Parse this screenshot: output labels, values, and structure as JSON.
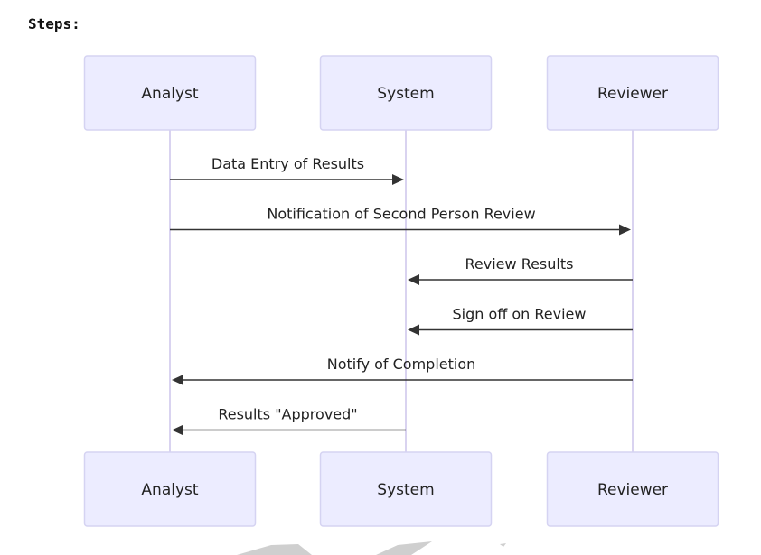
{
  "heading": "Steps:",
  "participants": [
    {
      "id": "analyst",
      "label": "Analyst"
    },
    {
      "id": "system",
      "label": "System"
    },
    {
      "id": "reviewer",
      "label": "Reviewer"
    }
  ],
  "messages": [
    {
      "from": "analyst",
      "to": "system",
      "label": "Data Entry of Results"
    },
    {
      "from": "analyst",
      "to": "reviewer",
      "label": "Notification of Second Person Review"
    },
    {
      "from": "reviewer",
      "to": "system",
      "label": "Review Results"
    },
    {
      "from": "reviewer",
      "to": "system",
      "label": "Sign off on Review"
    },
    {
      "from": "reviewer",
      "to": "analyst",
      "label": "Notify of Completion"
    },
    {
      "from": "system",
      "to": "analyst",
      "label": "Results \"Approved\""
    }
  ],
  "colors": {
    "actor_fill": "#ECECFF",
    "actor_stroke": "#D5D3F2",
    "lifeline": "#D9D3F0",
    "message_line": "#333333"
  }
}
